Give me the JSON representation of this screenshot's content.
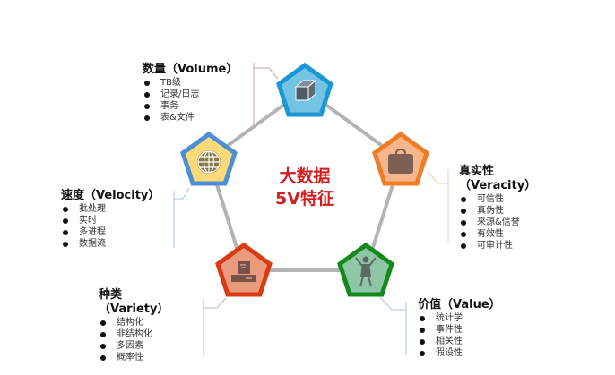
{
  "center": {
    "line1": "大数据",
    "line2": "5V特征",
    "color": "#d21e1e"
  },
  "nodes": [
    {
      "id": "volume",
      "title": "数量（Volume）",
      "title_line1": "数量（Volume）",
      "icon": "cube-icon",
      "border_color": "#1d9ad6",
      "fill_color": "#72c2e3",
      "items": [
        "TB级",
        "记录/日志",
        "事务",
        "表&文件"
      ]
    },
    {
      "id": "veracity",
      "title_line1": "真实性",
      "title_line2": "（Veracity）",
      "icon": "briefcase-icon",
      "border_color": "#ee7d2a",
      "fill_color": "#f5b489",
      "items": [
        "可信性",
        "真伪性",
        "来源&信誉",
        "有效性",
        "可审计性"
      ]
    },
    {
      "id": "velocity",
      "title_line1": "速度（Velocity）",
      "icon": "globe-icon",
      "border_color": "#4d8fd6",
      "fill_color": "#fcd97a",
      "items": [
        "批处理",
        "实时",
        "多进程",
        "数据流"
      ]
    },
    {
      "id": "variety",
      "title_line1": "种类",
      "title_line2": "（Variety）",
      "icon": "computer-icon",
      "border_color": "#d9401a",
      "fill_color": "#e99a7e",
      "items": [
        "结构化",
        "非结构化",
        "多因素",
        "概率性"
      ]
    },
    {
      "id": "value",
      "title_line1": "价值（Value）",
      "icon": "person-icon",
      "border_color": "#14891c",
      "fill_color": "#8cc4a6",
      "items": [
        "统计学",
        "事件性",
        "相关性",
        "假设性"
      ]
    }
  ],
  "connector_color": "#b0b0b0"
}
